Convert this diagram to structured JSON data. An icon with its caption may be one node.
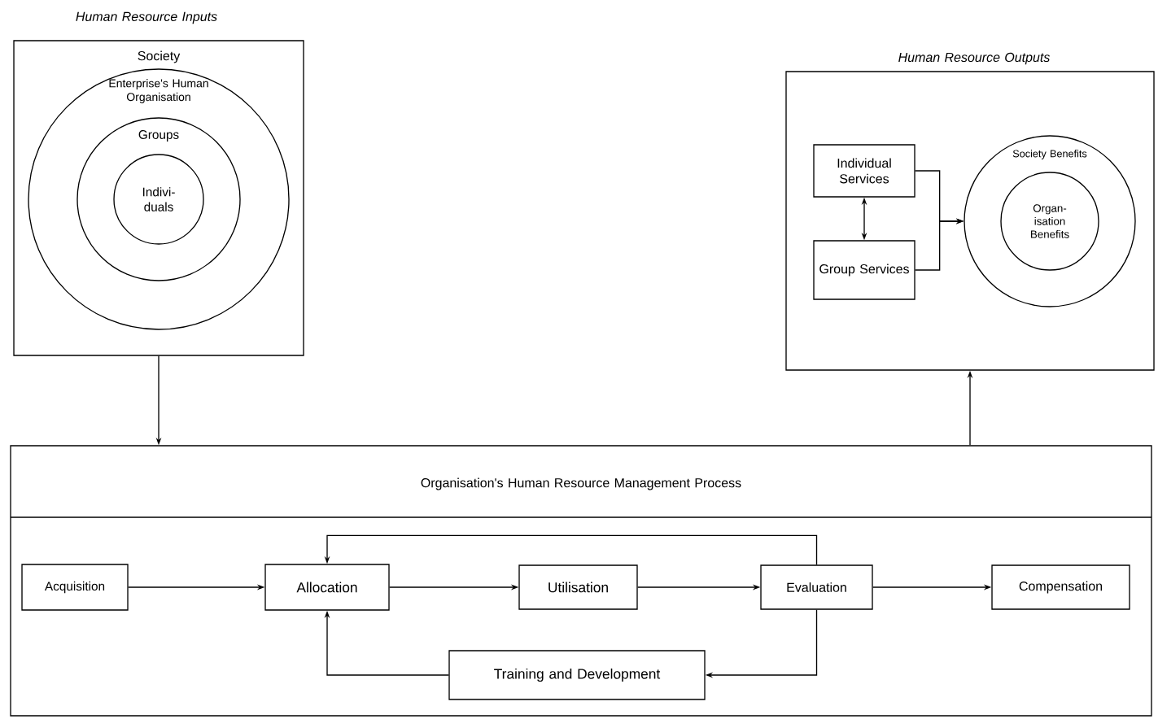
{
  "diagram": {
    "nodes": [
      {
        "text": [
          "Human Resource Inputs",
          "Society"
        ]
      },
      {
        "text": [
          "Enterprise's Human Organisation"
        ],
        "in": 0
      },
      {
        "text": [
          "Groups"
        ],
        "in": 1
      },
      {
        "text": [
          "Indivi- duals"
        ],
        "in": 2
      },
      {
        "text": [
          "Human Resource Outputs"
        ]
      },
      {
        "text": [
          "Individual Services"
        ],
        "in": 4
      },
      {
        "text": [
          "Group Services"
        ],
        "in": 4
      },
      {
        "text": [
          "Society Benefits"
        ],
        "in": 4
      },
      {
        "text": [
          "Organ- isation Benefits"
        ],
        "in": 7
      },
      {
        "text": [
          "Organisation's Human Resource Management Process"
        ]
      },
      {
        "text": [
          "Acquisition"
        ],
        "in": 9
      },
      {
        "text": [
          "Allocation"
        ],
        "in": 9
      },
      {
        "text": [
          "Utilisation"
        ],
        "in": 9
      },
      {
        "text": [
          "Evaluation"
        ],
        "in": 9
      },
      {
        "text": [
          "Compensation"
        ],
        "in": 9
      },
      {
        "text": [
          "Training and Development"
        ],
        "in": 9
      }
    ],
    "edges": [
      {
        "from": 0,
        "to": 9,
        "arrow": "to"
      },
      {
        "from": 9,
        "to": 4,
        "arrow": "to"
      },
      {
        "from": 5,
        "to": 6,
        "arrow": "both"
      },
      {
        "from": 5,
        "to": 7,
        "arrow": "to"
      },
      {
        "from": 6,
        "to": 7,
        "arrow": "to"
      },
      {
        "from": 10,
        "to": 11,
        "arrow": "to"
      },
      {
        "from": 11,
        "to": 12,
        "arrow": "to"
      },
      {
        "from": 12,
        "to": 13,
        "arrow": "to"
      },
      {
        "from": 13,
        "to": 14,
        "arrow": "to"
      },
      {
        "from": 13,
        "to": 11,
        "arrow": "to"
      },
      {
        "from": 13,
        "to": 15,
        "arrow": "to"
      },
      {
        "from": 15,
        "to": 11,
        "arrow": "to"
      }
    ]
  }
}
